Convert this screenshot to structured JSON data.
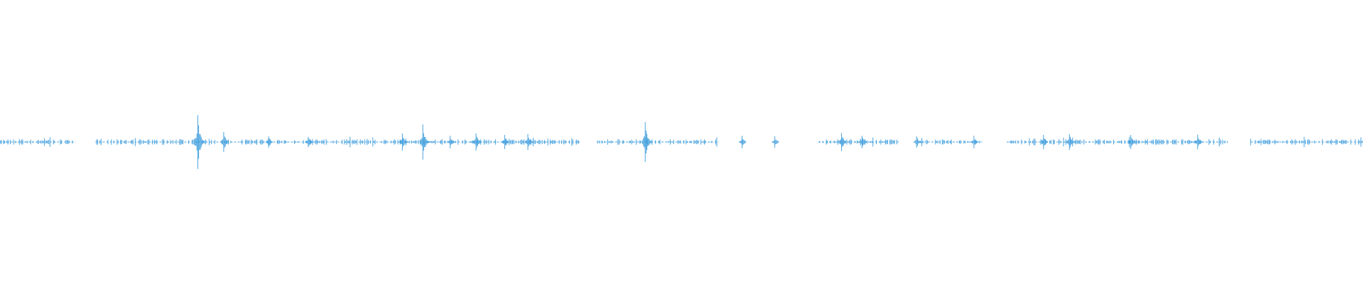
{
  "waveform": {
    "color": "#4aa3df",
    "segments": [
      [
        0.0,
        0.055
      ],
      [
        0.07,
        0.425
      ],
      [
        0.438,
        0.527
      ],
      [
        0.6,
        0.66
      ],
      [
        0.675,
        0.72
      ],
      [
        0.738,
        0.9
      ],
      [
        0.917,
        1.0
      ]
    ],
    "peaks": [
      {
        "t": 0.145,
        "amp": 0.95
      },
      {
        "t": 0.164,
        "amp": 0.35
      },
      {
        "t": 0.197,
        "amp": 0.2
      },
      {
        "t": 0.226,
        "amp": 0.18
      },
      {
        "t": 0.295,
        "amp": 0.3
      },
      {
        "t": 0.31,
        "amp": 0.62
      },
      {
        "t": 0.33,
        "amp": 0.22
      },
      {
        "t": 0.349,
        "amp": 0.3
      },
      {
        "t": 0.37,
        "amp": 0.25
      },
      {
        "t": 0.387,
        "amp": 0.28
      },
      {
        "t": 0.473,
        "amp": 0.7
      },
      {
        "t": 0.544,
        "amp": 0.22
      },
      {
        "t": 0.568,
        "amp": 0.2
      },
      {
        "t": 0.617,
        "amp": 0.32
      },
      {
        "t": 0.632,
        "amp": 0.22
      },
      {
        "t": 0.672,
        "amp": 0.2
      },
      {
        "t": 0.714,
        "amp": 0.22
      },
      {
        "t": 0.765,
        "amp": 0.25
      },
      {
        "t": 0.784,
        "amp": 0.28
      },
      {
        "t": 0.829,
        "amp": 0.25
      },
      {
        "t": 0.878,
        "amp": 0.26
      }
    ]
  }
}
